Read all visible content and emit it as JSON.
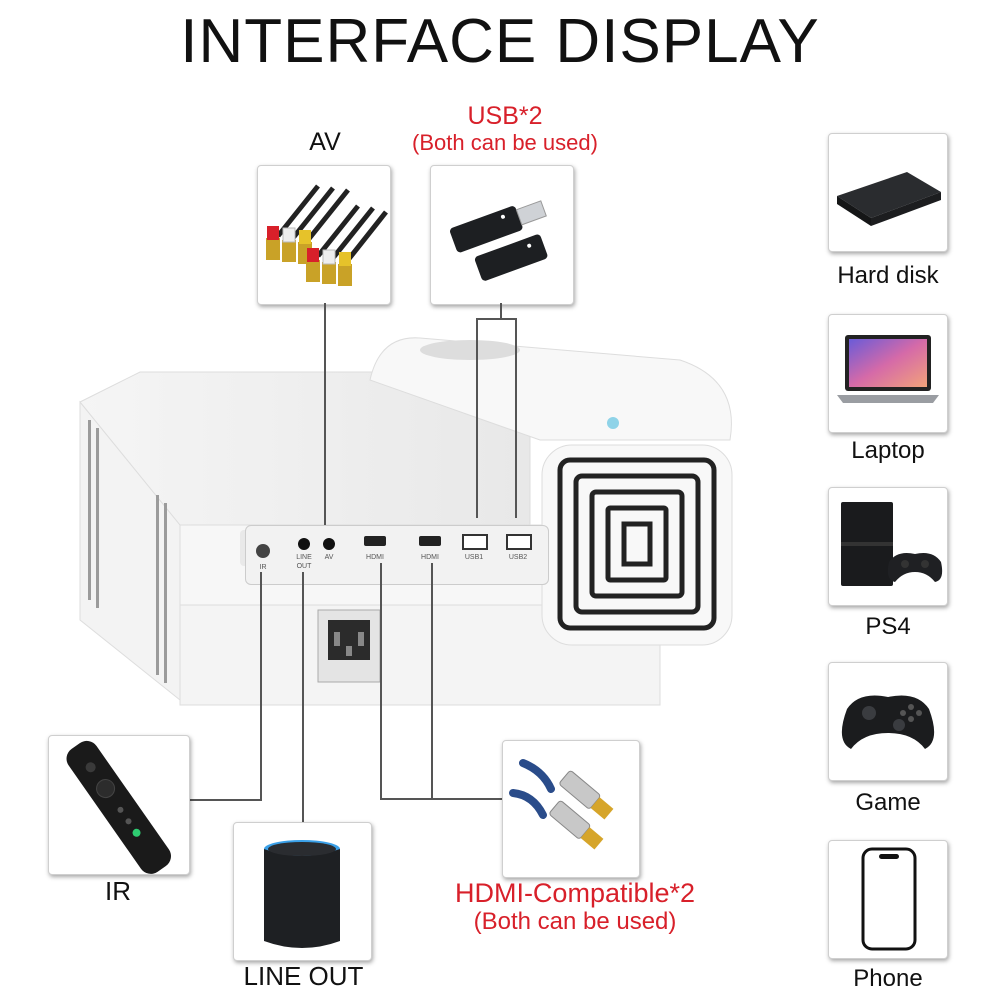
{
  "title": "INTERFACE DISPLAY",
  "ports": {
    "av": {
      "label": "AV"
    },
    "usb": {
      "label": "USB*2",
      "note": "(Both can be used)"
    },
    "hdmi": {
      "label": "HDMI-Compatible*2",
      "note": "(Both can be used)"
    },
    "ir": {
      "label": "IR"
    },
    "line_out": {
      "label": "LINE OUT"
    }
  },
  "port_panel": {
    "ir": "IR",
    "line_out_1": "LINE",
    "line_out_2": "OUT",
    "av": "AV",
    "hdmi1": "HDMI",
    "hdmi2": "HDMI",
    "usb1": "USB1",
    "usb2": "USB2"
  },
  "devices": [
    {
      "label": "Hard disk",
      "icon": "hard-disk-icon"
    },
    {
      "label": "Laptop",
      "icon": "laptop-icon"
    },
    {
      "label": "PS4",
      "icon": "ps4-console-icon"
    },
    {
      "label": "Game",
      "icon": "game-controller-icon"
    },
    {
      "label": "Phone",
      "icon": "phone-icon"
    }
  ],
  "colors": {
    "accent_red": "#d8202a",
    "text": "#111111",
    "connector_line": "#555555"
  }
}
